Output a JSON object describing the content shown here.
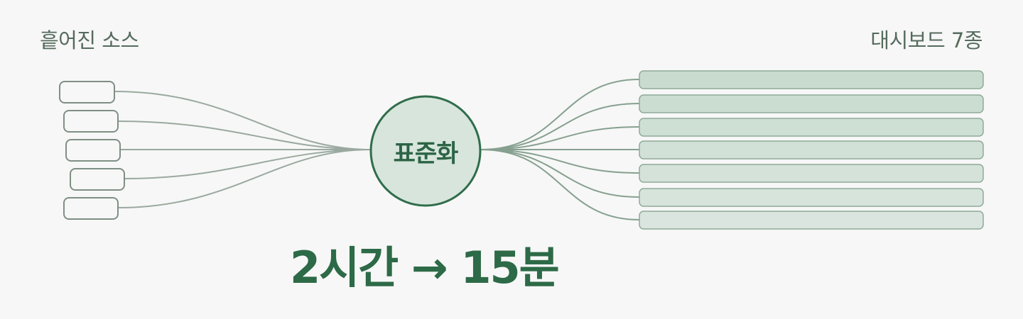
{
  "labels": {
    "sources": "흩어진 소스",
    "dashboards": "대시보드 7종"
  },
  "hub": {
    "label": "표준화"
  },
  "headline": "2시간 → 15분",
  "colors": {
    "background": "#f7f7f7",
    "accent": "#2f6d4a",
    "source_stroke": "#7f8f85",
    "dashboard_fill": "#d4e2d9",
    "connector": "#8fa597"
  }
}
